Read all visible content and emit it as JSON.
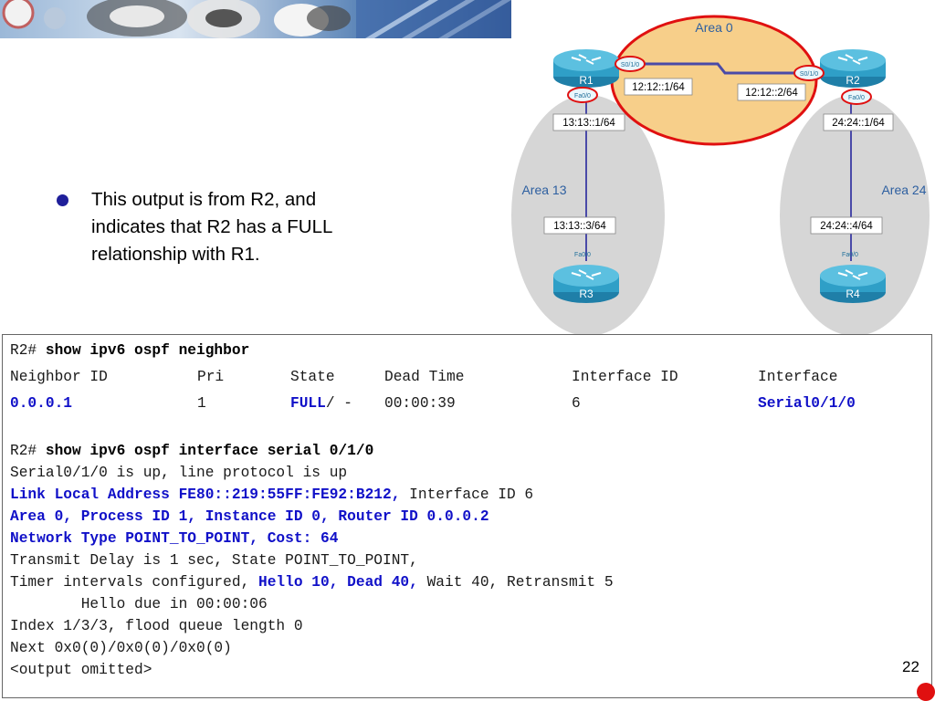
{
  "slide": {
    "bullet_text": "This output is from R2, and indicates that R2 has a FULL relationship with R1.",
    "page_number": "22"
  },
  "topology": {
    "areas": {
      "area0": "Area 0",
      "area13": "Area 13",
      "area24": "Area 24"
    },
    "routers": {
      "r1": "R1",
      "r2": "R2",
      "r3": "R3",
      "r4": "R4"
    },
    "interfaces": {
      "r1_s010": "S0/1/0",
      "r2_s010": "S0/1/0",
      "r1_fa00": "Fa0/0",
      "r2_fa00": "Fa0/0",
      "r3_fa00": "Fa0/0",
      "r4_fa00": "Fa0/0"
    },
    "addresses": {
      "r1_serial": "12:12::1/64",
      "r2_serial": "12:12::2/64",
      "r1_fa": "13:13::1/64",
      "r3_fa": "13:13::3/64",
      "r2_fa": "24:24::1/64",
      "r4_fa": "24:24::4/64"
    },
    "colors": {
      "area0_fill": "#f7cf8a",
      "highlight_ring": "#e01010",
      "area_fill": "#d8d8d8",
      "router_fill": "#2f9fc7",
      "link": "#4a4aa8"
    }
  },
  "terminal": {
    "prompt": "R2# ",
    "cmd1": "show ipv6 ospf neighbor",
    "headers": [
      "Neighbor ID",
      "Pri",
      "State",
      "Dead Time",
      "Interface ID",
      "Interface"
    ],
    "row": {
      "neighbor_id": "0.0.0.1",
      "pri": "1",
      "state_full": "FULL",
      "state_rest": "/ -",
      "dead_time": "00:00:39",
      "interface_id": "6",
      "interface": "Serial0/1/0"
    },
    "cmd2": "show ipv6 ospf interface serial 0/1/0",
    "lines": {
      "l1": "Serial0/1/0 is up, line protocol is up",
      "l2_hl": "Link Local Address FE80::219:55FF:FE92:B212,",
      "l2_rest": " Interface ID 6",
      "l3_hl": "Area 0, Process ID 1, Instance ID 0, Router ID 0.0.0.2",
      "l4_hl": "Network Type POINT_TO_POINT, Cost: 64",
      "l5": "Transmit Delay is 1 sec, State POINT_TO_POINT,",
      "l6_pre": "Timer intervals configured, ",
      "l6_hl": "Hello 10, Dead 40,",
      "l6_rest": " Wait 40, Retransmit 5",
      "l7": "        Hello due in 00:00:06",
      "l8": "Index 1/3/3, flood queue length 0",
      "l9": "Next 0x0(0)/0x0(0)/0x0(0)",
      "l10": "<output omitted>"
    }
  }
}
